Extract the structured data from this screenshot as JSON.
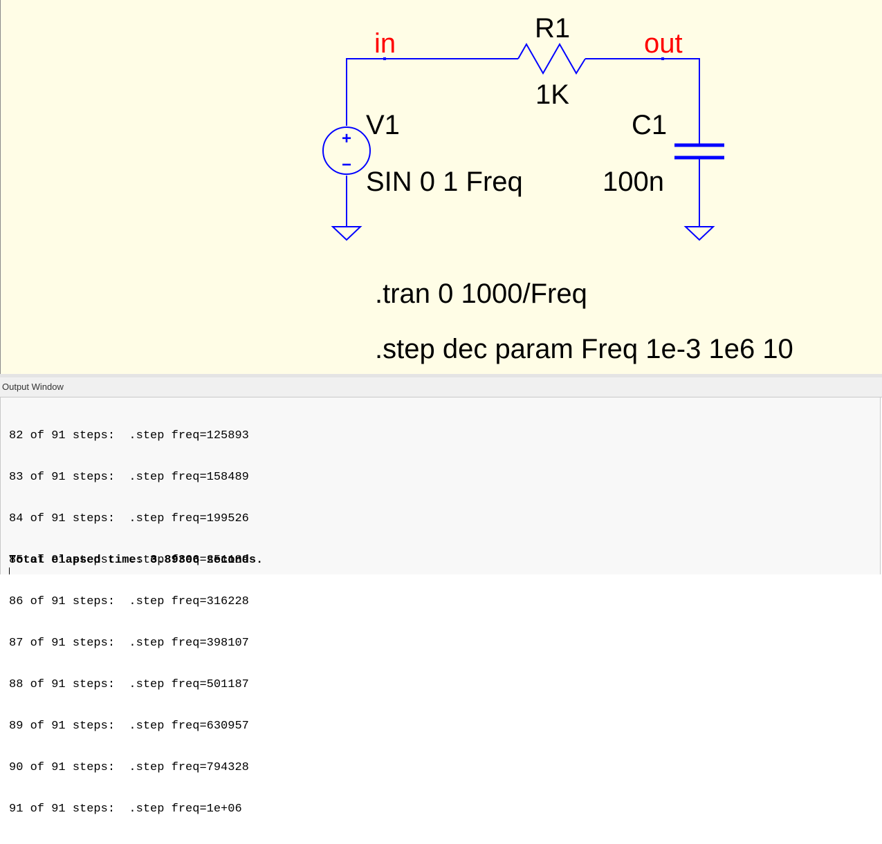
{
  "schematic": {
    "net_labels": {
      "in": "in",
      "out": "out"
    },
    "components": {
      "R1": {
        "name": "R1",
        "value": "1K"
      },
      "V1": {
        "name": "V1",
        "value": "SIN 0 1 Freq",
        "plus": "+",
        "minus": "−"
      },
      "C1": {
        "name": "C1",
        "value": "100n"
      }
    },
    "directives": [
      ".tran 0 1000/Freq",
      ".step dec param Freq 1e-3 1e6 10"
    ],
    "colors": {
      "wire": "#0000ff",
      "net_label": "#ff0000",
      "text": "#000000",
      "background": "#fffde6"
    }
  },
  "output_window": {
    "title": "Output Window",
    "lines": [
      "82 of 91 steps:  .step freq=125893",
      "83 of 91 steps:  .step freq=158489",
      "84 of 91 steps:  .step freq=199526",
      "85 of 91 steps:  .step freq=251189",
      "86 of 91 steps:  .step freq=316228",
      "87 of 91 steps:  .step freq=398107",
      "88 of 91 steps:  .step freq=501187",
      "89 of 91 steps:  .step freq=630957",
      "90 of 91 steps:  .step freq=794328",
      "91 of 91 steps:  .step freq=1e+06"
    ],
    "total": "Total elapsed time: 3.89306 seconds."
  }
}
